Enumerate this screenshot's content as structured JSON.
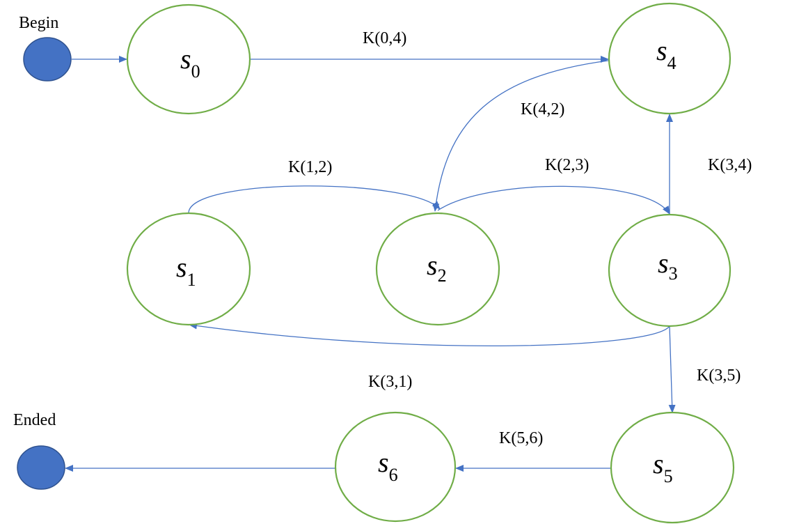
{
  "terminals": {
    "begin_label": "Begin",
    "end_label": "Ended"
  },
  "states": [
    {
      "id": "s0",
      "name": "s",
      "sub": "0"
    },
    {
      "id": "s1",
      "name": "s",
      "sub": "1"
    },
    {
      "id": "s2",
      "name": "s",
      "sub": "2"
    },
    {
      "id": "s3",
      "name": "s",
      "sub": "3"
    },
    {
      "id": "s4",
      "name": "s",
      "sub": "4"
    },
    {
      "id": "s5",
      "name": "s",
      "sub": "5"
    },
    {
      "id": "s6",
      "name": "s",
      "sub": "6"
    }
  ],
  "transitions": [
    {
      "from": "begin",
      "to": "s0",
      "label": ""
    },
    {
      "from": "s0",
      "to": "s4",
      "label": "K(0,4)"
    },
    {
      "from": "s4",
      "to": "s2",
      "label": "K(4,2)"
    },
    {
      "from": "s1",
      "to": "s2",
      "label": "K(1,2)"
    },
    {
      "from": "s2",
      "to": "s3",
      "label": "K(2,3)"
    },
    {
      "from": "s3",
      "to": "s4",
      "label": "K(3,4)"
    },
    {
      "from": "s3",
      "to": "s1",
      "label": "K(3,1)"
    },
    {
      "from": "s3",
      "to": "s5",
      "label": "K(3,5)"
    },
    {
      "from": "s5",
      "to": "s6",
      "label": "K(5,6)"
    },
    {
      "from": "s6",
      "to": "ended",
      "label": ""
    }
  ],
  "colors": {
    "state_outline": "#70ad47",
    "edge": "#4472c4",
    "terminal_fill": "#4472c4"
  }
}
